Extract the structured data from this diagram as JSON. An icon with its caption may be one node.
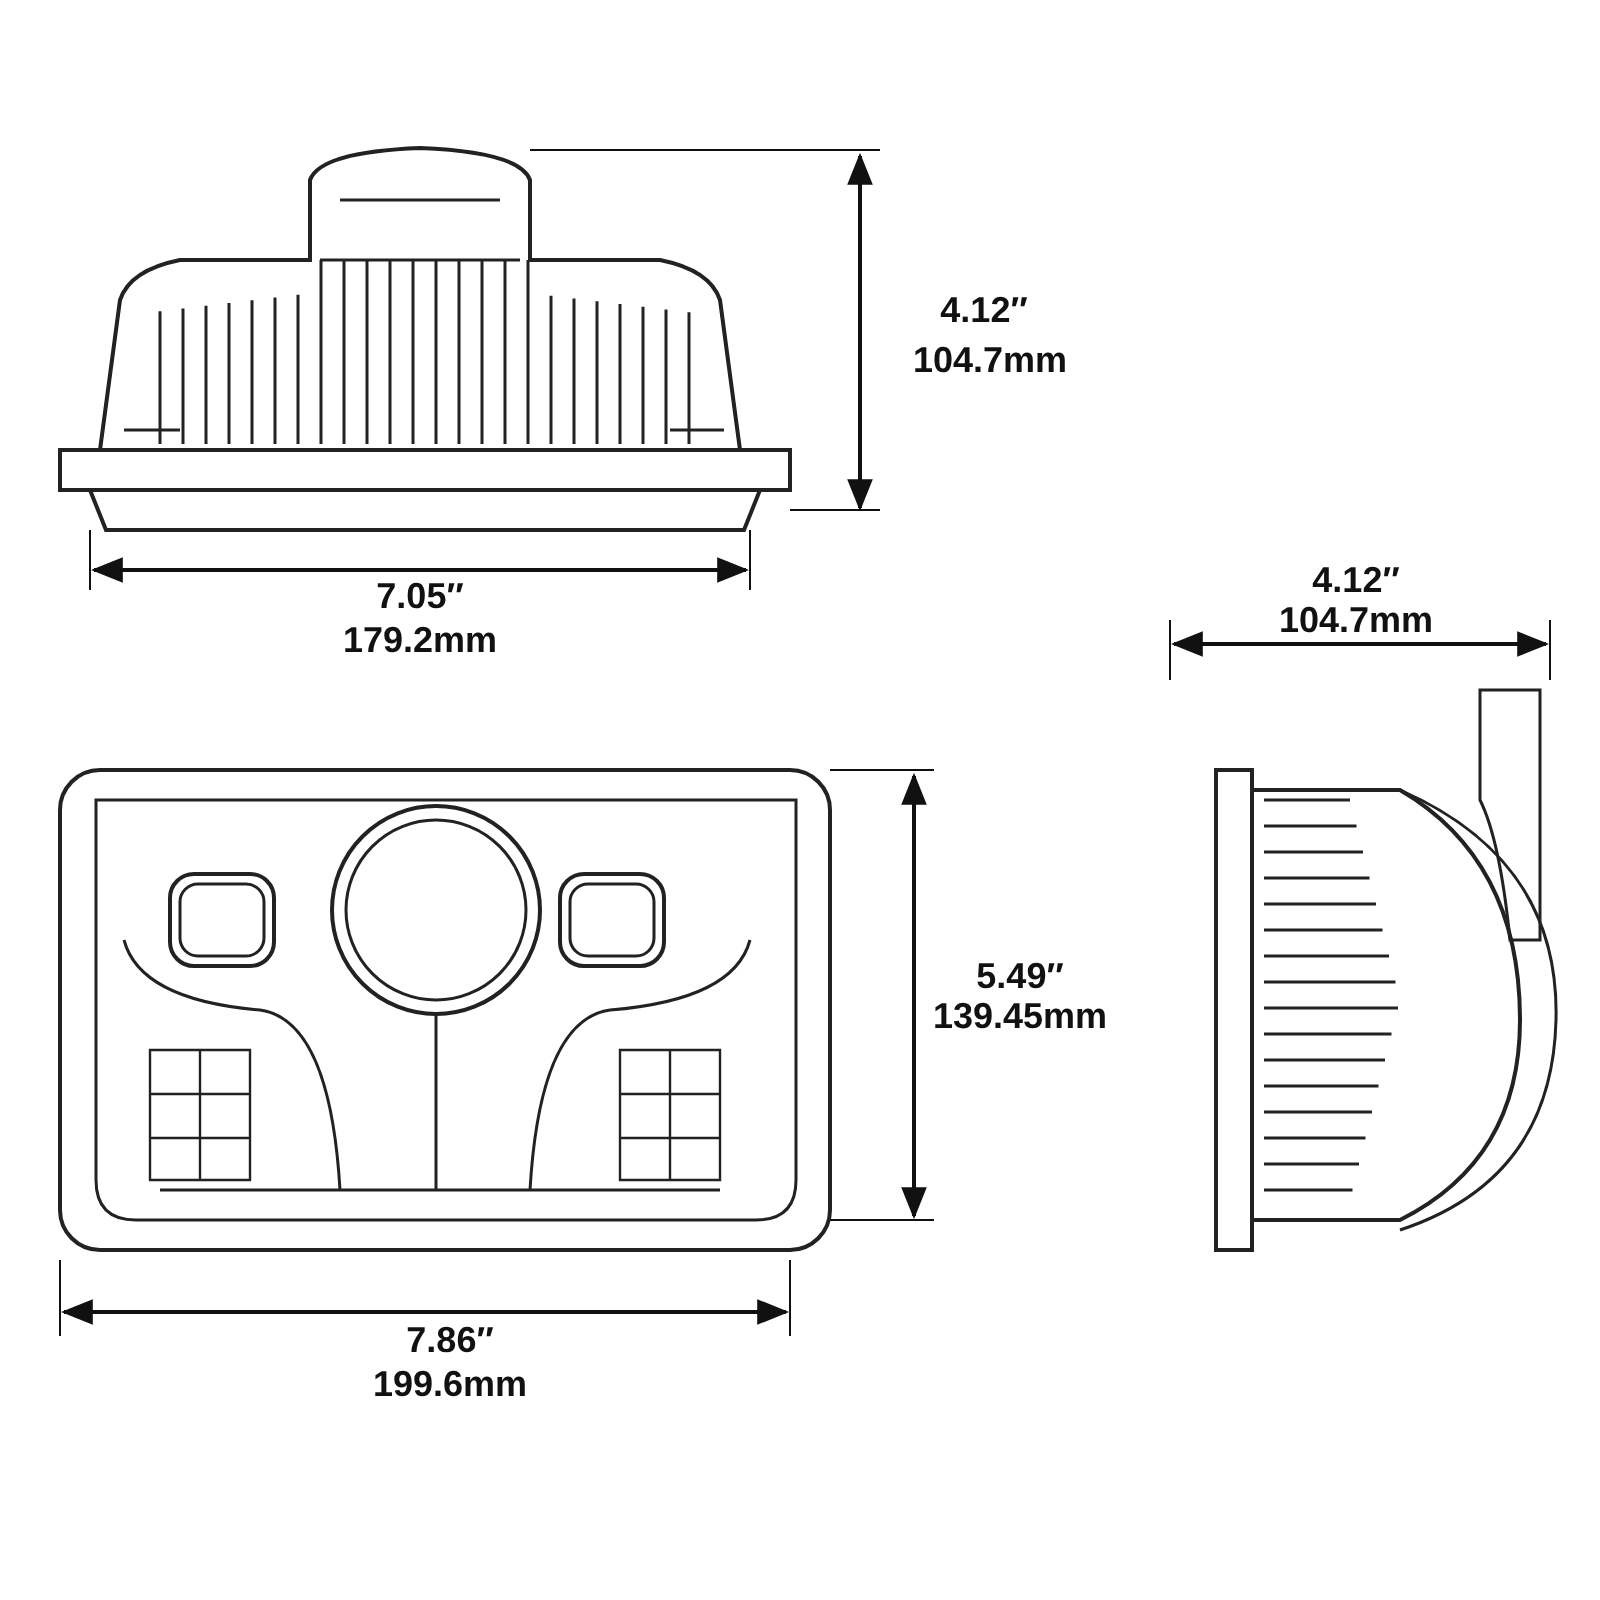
{
  "diagram": {
    "labels": [
      "4.12″",
      "104.7mm",
      "7.05″",
      "179.2mm",
      "4.12″",
      "104.7mm",
      "5.49″",
      "139.45mm",
      "7.86″",
      "199.6mm"
    ]
  }
}
